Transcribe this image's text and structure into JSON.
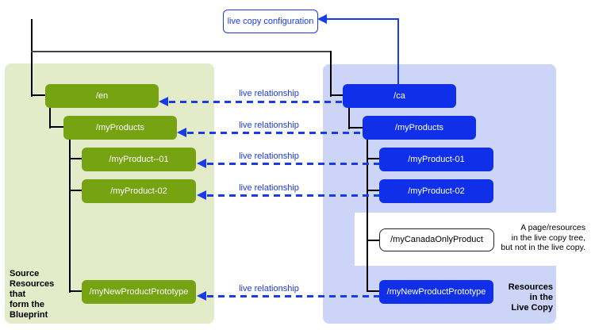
{
  "config_box": {
    "label": "live copy configuration"
  },
  "relationships": [
    {
      "label": "live relationship"
    },
    {
      "label": "live relationship"
    },
    {
      "label": "live relationship"
    },
    {
      "label": "live relationship"
    },
    {
      "label": "live relationship"
    }
  ],
  "left_panel": {
    "caption": "Source\nResources\nthat\nform the\nBlueprint",
    "nodes": [
      {
        "label": "/en"
      },
      {
        "label": "/myProducts"
      },
      {
        "label": "/myProduct--01"
      },
      {
        "label": "/myProduct-02"
      },
      {
        "label": "/myNewProductPrototype"
      }
    ]
  },
  "right_panel": {
    "caption": "Resources\nin the\nLive Copy",
    "note": "A page/resources\nin the live copy tree,\nbut not in the live copy.",
    "nodes": [
      {
        "label": "/ca"
      },
      {
        "label": "/myProducts"
      },
      {
        "label": "/myProduct-01"
      },
      {
        "label": "/myProduct-02"
      },
      {
        "label": "/myCanadaOnlyProduct"
      },
      {
        "label": "/myNewProductPrototype"
      }
    ]
  },
  "colors": {
    "accent_blue": "#1A3BE8",
    "blue_box": "#0F2FE8",
    "blue_panel": "#CCD5F8",
    "green_box": "#76A312",
    "green_panel": "#E4EBC9"
  }
}
